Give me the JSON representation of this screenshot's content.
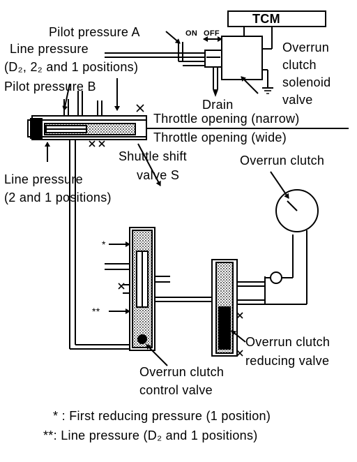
{
  "labels": {
    "tcm": "TCM",
    "pilot_pressure_a": "Pilot pressure A",
    "on": "ON",
    "off": "OFF",
    "overrun": "Overrun",
    "clutch": "clutch",
    "solenoid": "solenoid",
    "valve": "valve",
    "line_pressure": "Line pressure",
    "line_pressure_positions": "(D₂, 2₂ and 1 positions)",
    "pilot_pressure_b": "Pilot pressure B",
    "drain": "Drain",
    "throttle_narrow": "Throttle opening (narrow)",
    "throttle_wide": "Throttle opening (wide)",
    "shuttle_shift": "Shuttle shift",
    "valve_s": "valve S",
    "line_pressure_2": "Line pressure",
    "two_and_one_positions": "(2 and 1 positions)",
    "overrun_clutch": "Overrun clutch",
    "star": "*",
    "star_star": "**",
    "overrun_clutch_2": "Overrun clutch",
    "reducing_valve": "reducing valve",
    "overrun_clutch_3": "Overrun clutch",
    "control_valve": "control valve"
  },
  "legend": {
    "star": "* : First reducing pressure (1 position)",
    "star_star": "**: Line pressure (D₂ and 1 positions)"
  }
}
